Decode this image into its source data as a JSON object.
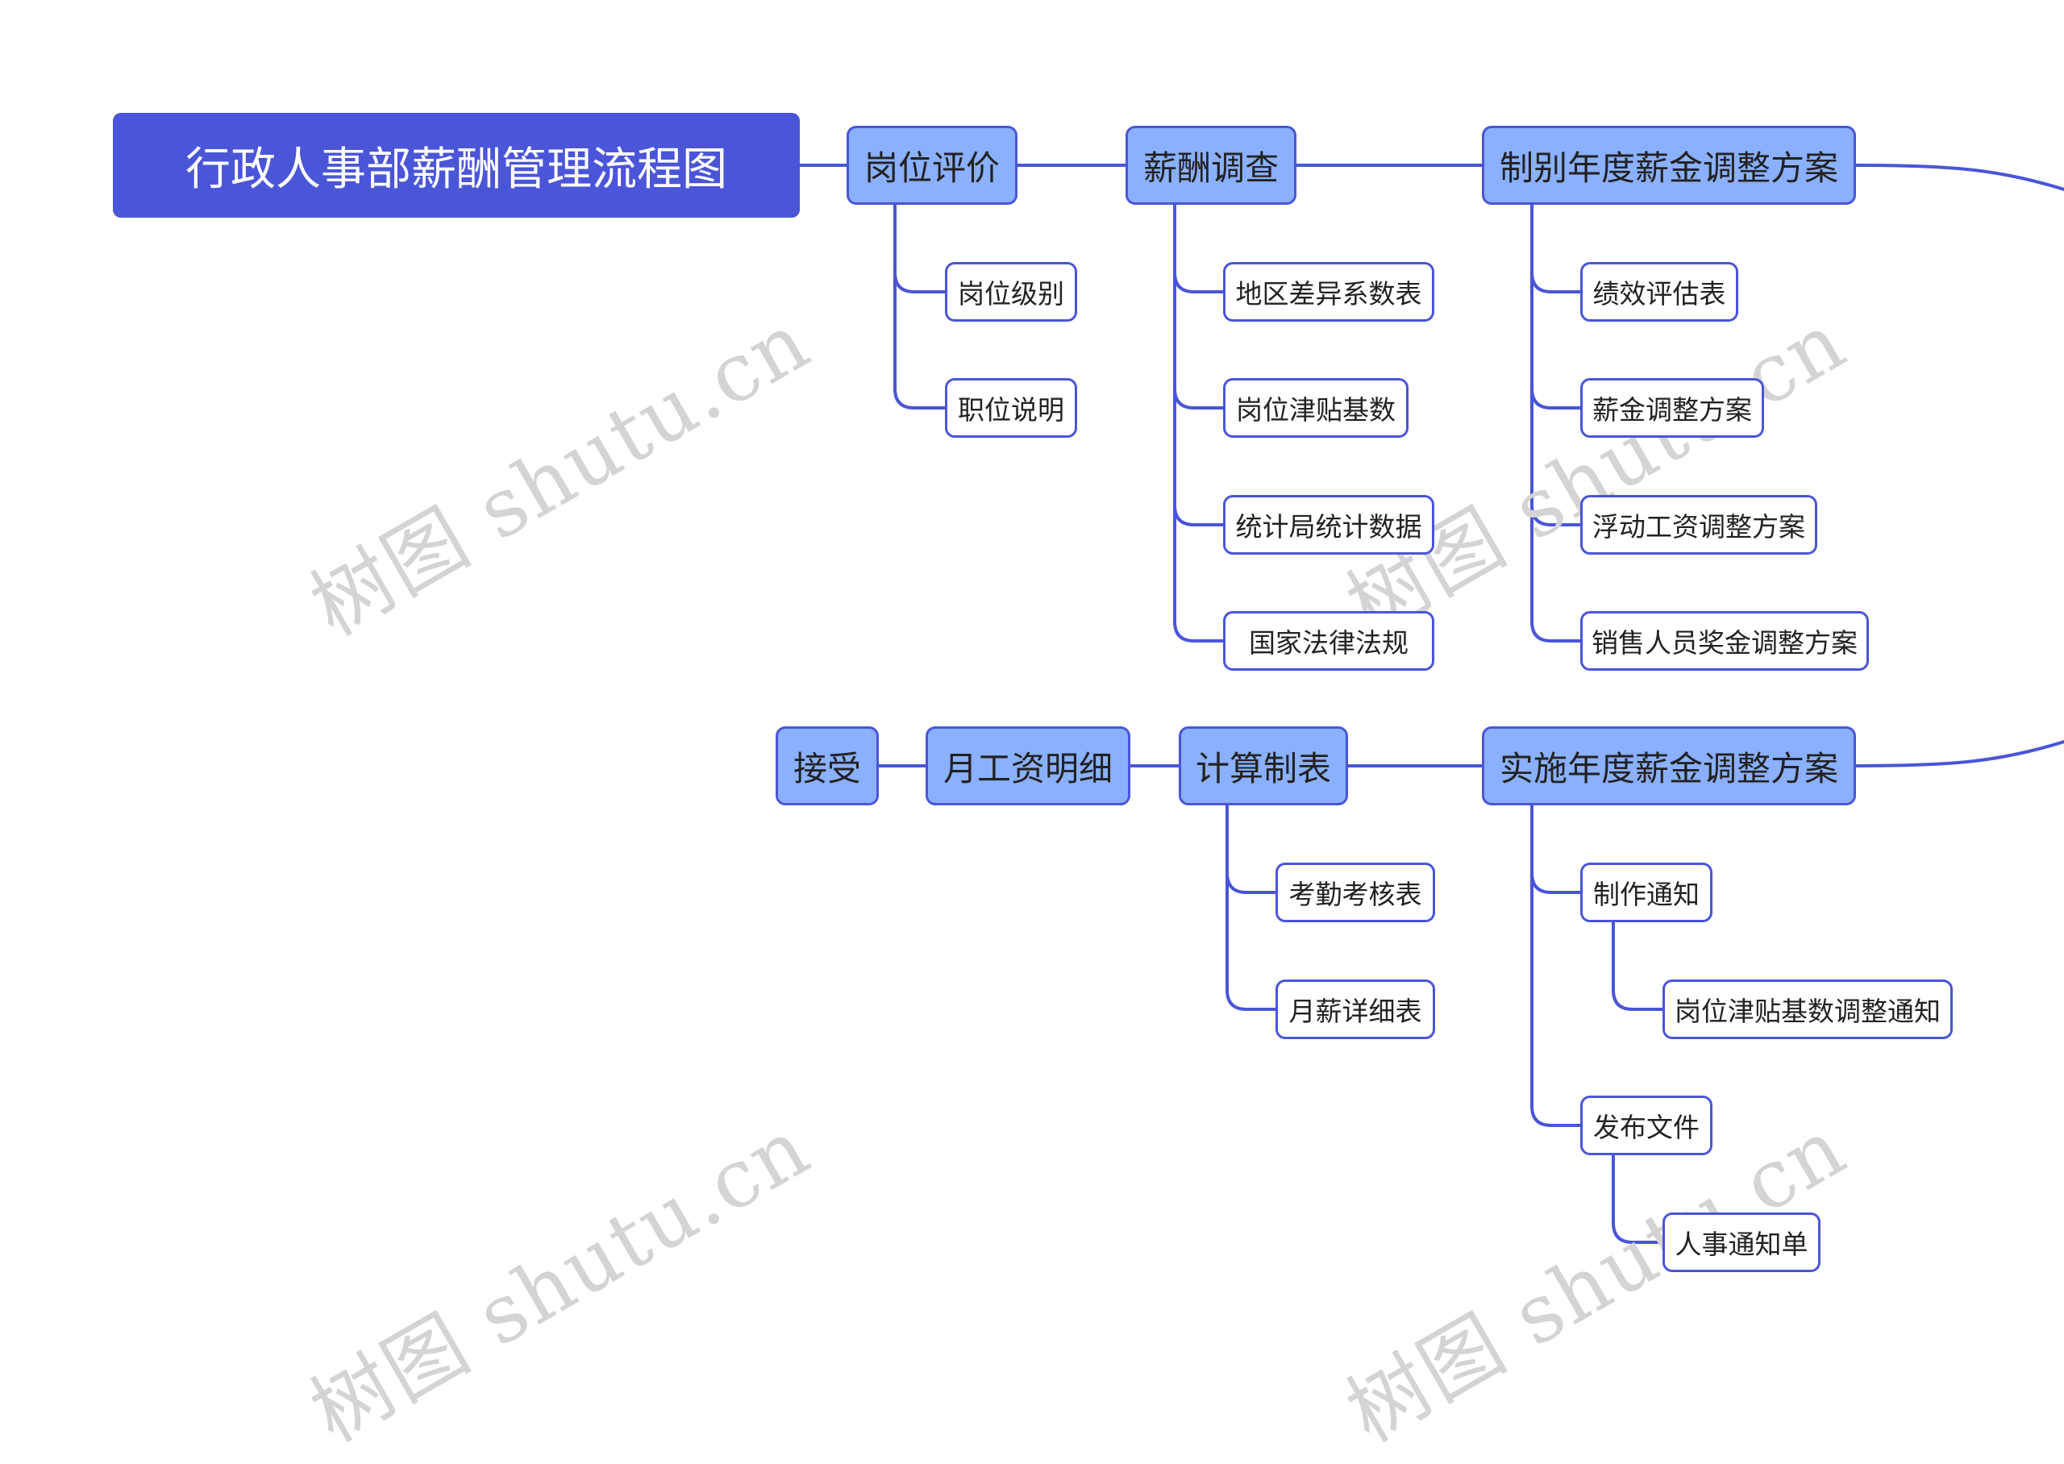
{
  "root": {
    "title": "行政人事部薪酬管理流程图"
  },
  "row1": {
    "gangwei_pingjia": {
      "label": "岗位评价",
      "children": [
        "岗位级别",
        "职位说明"
      ]
    },
    "xinchou_diaocha": {
      "label": "薪酬调查",
      "children": [
        "地区差异系数表",
        "岗位津贴基数",
        "统计局统计数据",
        "国家法律法规"
      ]
    },
    "zhibie_fangan": {
      "label": "制别年度薪金调整方案",
      "children": [
        "绩效评估表",
        "薪金调整方案",
        "浮动工资调整方案",
        "销售人员奖金调整方案"
      ]
    }
  },
  "row2": {
    "jieshou": {
      "label": "接受"
    },
    "yuegongzi": {
      "label": "月工资明细"
    },
    "jisuan": {
      "label": "计算制表",
      "children": [
        "考勤考核表",
        "月薪详细表"
      ]
    },
    "shishi_fangan": {
      "label": "实施年度薪金调整方案",
      "zhizuo_tongzhi": {
        "label": "制作通知",
        "child": "岗位津贴基数调整通知"
      },
      "fabu_wenjian": {
        "label": "发布文件",
        "child": "人事通知单"
      }
    }
  },
  "watermark": {
    "text": "树图 shutu.cn"
  },
  "colors": {
    "root_fill": "#4a55d8",
    "main_fill": "#8ab0ff",
    "line": "#4a55d8",
    "leaf_fill": "#ffffff"
  }
}
